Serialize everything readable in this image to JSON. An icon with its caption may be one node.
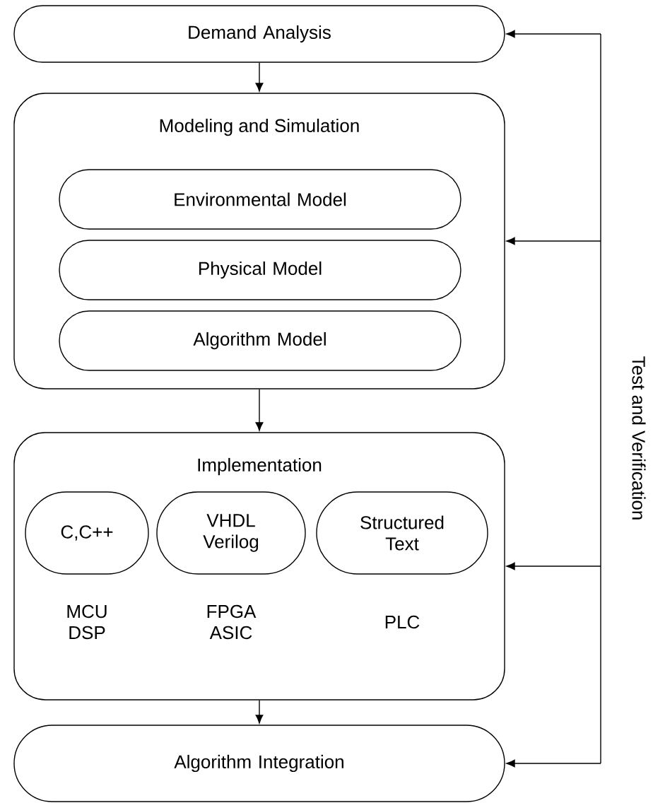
{
  "diagram": {
    "nodes": [
      {
        "text": [
          "Demand Analysis"
        ]
      },
      {
        "text": [
          "Modeling and Simulation"
        ]
      },
      {
        "text": [
          "Environmental Model"
        ],
        "in": 1
      },
      {
        "text": [
          "Physical Model"
        ],
        "in": 1
      },
      {
        "text": [
          "Algorithm Model"
        ],
        "in": 1
      },
      {
        "text": [
          "Implementation"
        ]
      },
      {
        "text": [
          "C,C++"
        ],
        "in": 5,
        "beside": [
          "MCU DSP"
        ]
      },
      {
        "text": [
          "VHDL Verilog"
        ],
        "in": 5,
        "beside": [
          "FPGA ASIC"
        ]
      },
      {
        "text": [
          "Structured Text"
        ],
        "in": 5,
        "beside": [
          "PLC"
        ]
      },
      {
        "text": [
          "Algorithm Integration"
        ]
      }
    ],
    "edges": [
      {
        "from": 0,
        "to": 1,
        "arrow": "to"
      },
      {
        "from": 1,
        "to": 5,
        "arrow": "to"
      },
      {
        "from": 5,
        "to": 9,
        "arrow": "to"
      },
      {
        "from": null,
        "to": 0,
        "arrow": "to"
      },
      {
        "from": null,
        "to": 1,
        "arrow": "to"
      },
      {
        "from": null,
        "to": 5,
        "arrow": "to"
      },
      {
        "from": null,
        "to": 9,
        "arrow": "to"
      }
    ],
    "labels": [
      "Test and Verification"
    ]
  }
}
